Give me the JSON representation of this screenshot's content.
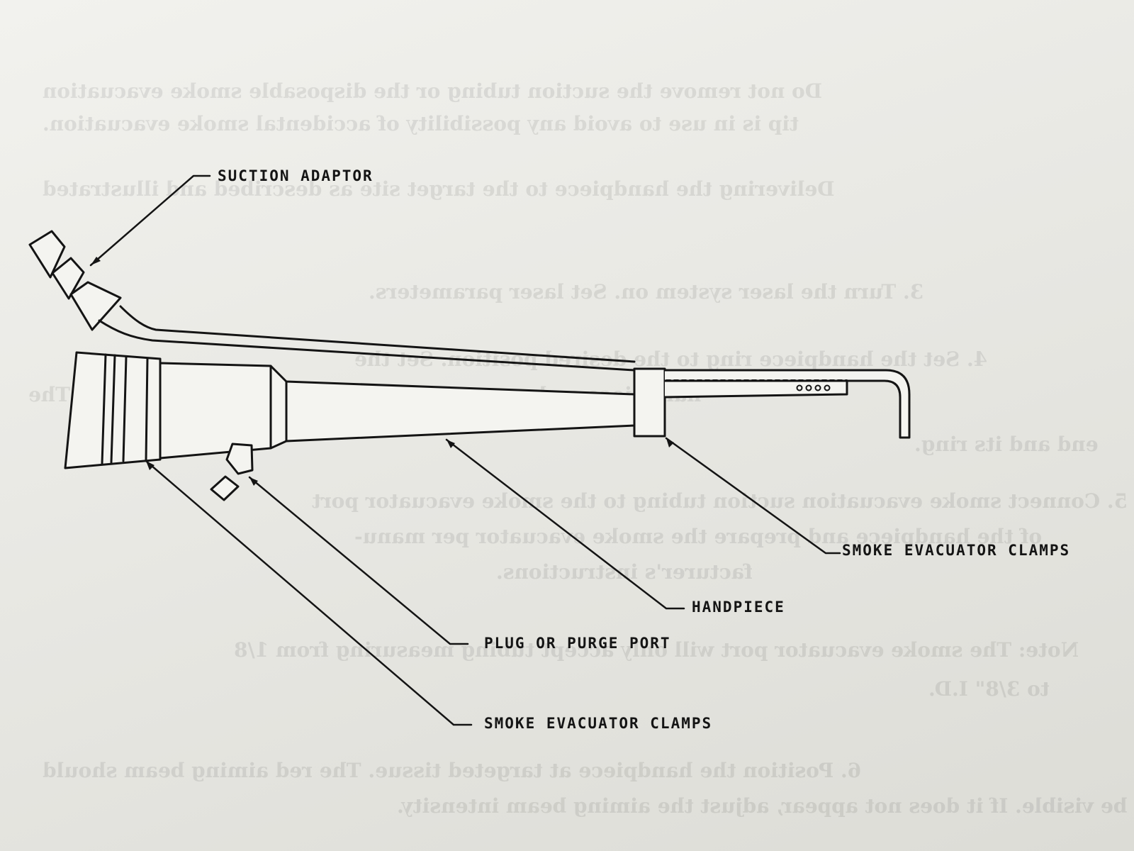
{
  "labels": {
    "suction_adaptor": "SUCTION ADAPTOR",
    "smoke_evacuator_clamps_right": "SMOKE EVACUATOR CLAMPS",
    "handpiece": "HANDPIECE",
    "plug_or_purge_port": "PLUG OR PURGE PORT",
    "smoke_evacuator_clamps_bottom": "SMOKE EVACUATOR CLAMPS"
  },
  "bleed_through": {
    "lines": [
      "Do not remove the suction tubing or the disposable smoke evacuation",
      "tip is in use to avoid any possibility of accidental smoke evacuation.",
      "Delivering the handpiece to the target site as described and illustrated",
      "3.      Turn the laser system on. Set laser parameters.",
      "4.      Set the handpiece ring to the desired position. Set the",
      "        handpiece and evacuator tubing to the desired position. The",
      "        end and its ring.",
      "5.      Connect smoke evacuation suction tubing to the smoke evacuator port",
      "        of the handpiece and prepare the smoke evacuator per manu-",
      "        facturer's instructions.",
      "Note: The smoke evacuator port will only accept tubing measuring from 1/8",
      "to 3/8\" I.D.",
      "6.      Position the handpiece at targeted tissue. The red aiming beam should",
      "        be visible. If it does not appear, adjust the aiming beam intensity."
    ]
  },
  "colors": {
    "ink": "#141414",
    "paper": "#ecece7"
  }
}
